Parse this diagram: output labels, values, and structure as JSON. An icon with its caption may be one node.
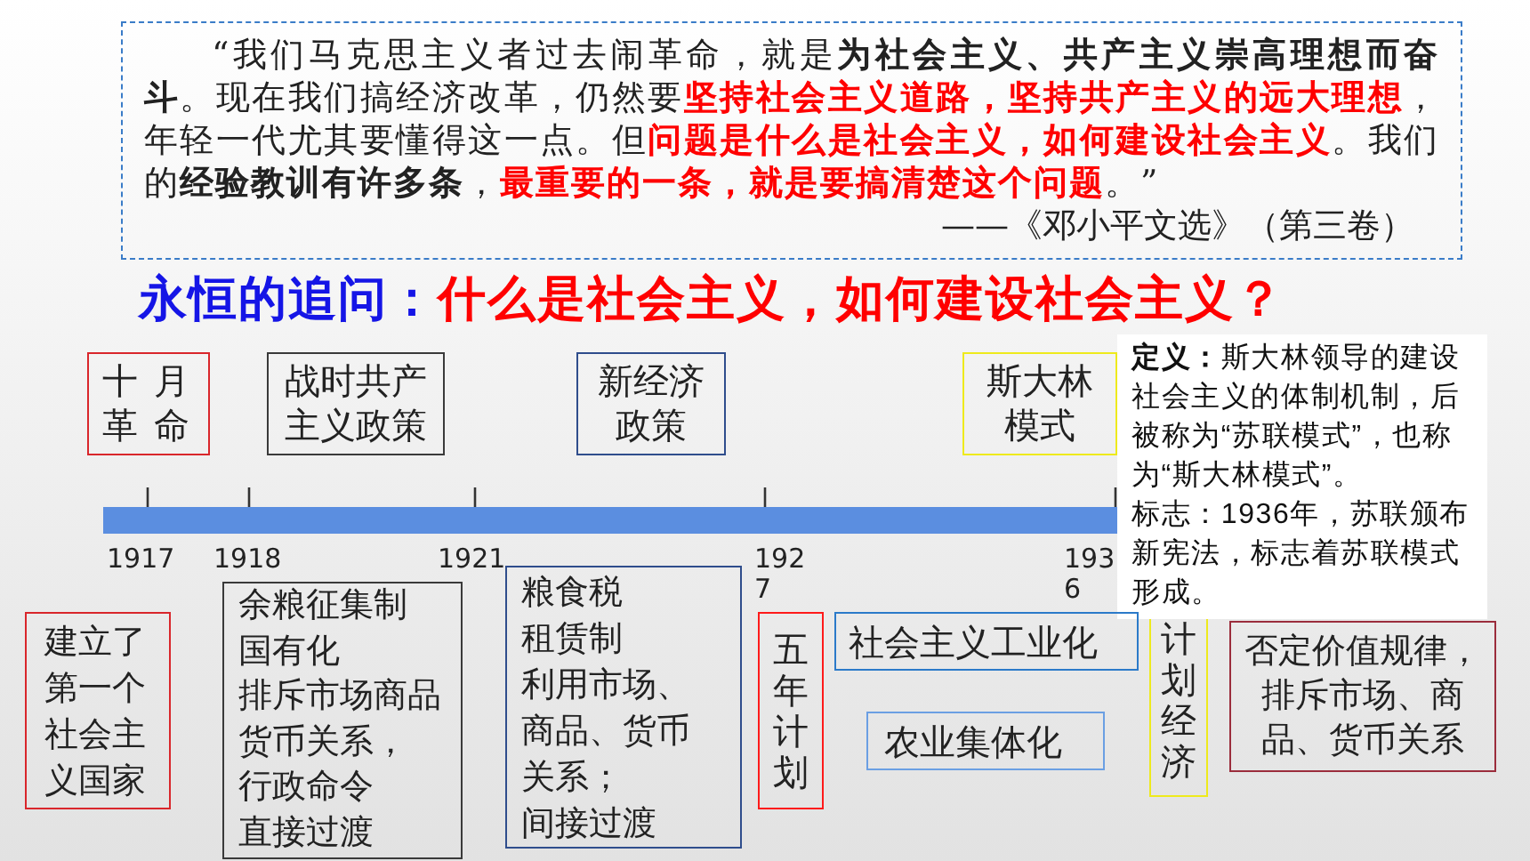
{
  "diagram": {
    "title": "永恒的追问：**什么是社会主义，如何建设社会主义？**",
    "nodes": [
      {
        "text": [
          "“我们马克思主义者过去闹革命，就是**为社会主义、共产主义崇高理想而奋斗**。现在我们搞经济改革，仍然要**坚持社会主义道路，坚持共产主义的远大理想**，年轻一代尤其要懂得这一点。但**问题是什么是社会主义，如何建设社会主义**。我们的**经验教训有许多条**，**最重要的一条，就是要搞清楚这个问题**。”",
          "——《邓小平文选》（第三卷）"
        ]
      },
      {
        "text": [
          "十月革命"
        ]
      },
      {
        "text": [
          "战时共产主义政策"
        ]
      },
      {
        "text": [
          "新经济政策"
        ]
      },
      {
        "text": [
          "斯大林模式"
        ]
      },
      {
        "text": [
          "**定义：**斯大林领导的建设社会主义的体制机制，后被称为“苏联模式”，也称为“斯大林模式”。",
          "标志：1936年，苏联颁布新宪法，标志着苏联模式形成。"
        ]
      },
      {
        "text": [
          "建立了第一个社会主义国家"
        ]
      },
      {
        "text": [
          "余粮征集制",
          "国有化",
          "排斥市场商品货币关系，",
          "行政命令",
          "直接过渡"
        ]
      },
      {
        "text": [
          "粮食税",
          "租赁制",
          "利用市场、商品、货币关系；",
          "间接过渡"
        ]
      },
      {
        "text": [
          "五年计划"
        ]
      },
      {
        "text": [
          "社会主义工业化"
        ]
      },
      {
        "text": [
          "农业集体化"
        ]
      },
      {
        "text": [
          "计划经济"
        ]
      },
      {
        "text": [
          "否定价值规律，排斥市场、商品、货币关系"
        ]
      }
    ],
    "labels": [
      "1917",
      "1918",
      "1921",
      "1927",
      "1936"
    ]
  }
}
